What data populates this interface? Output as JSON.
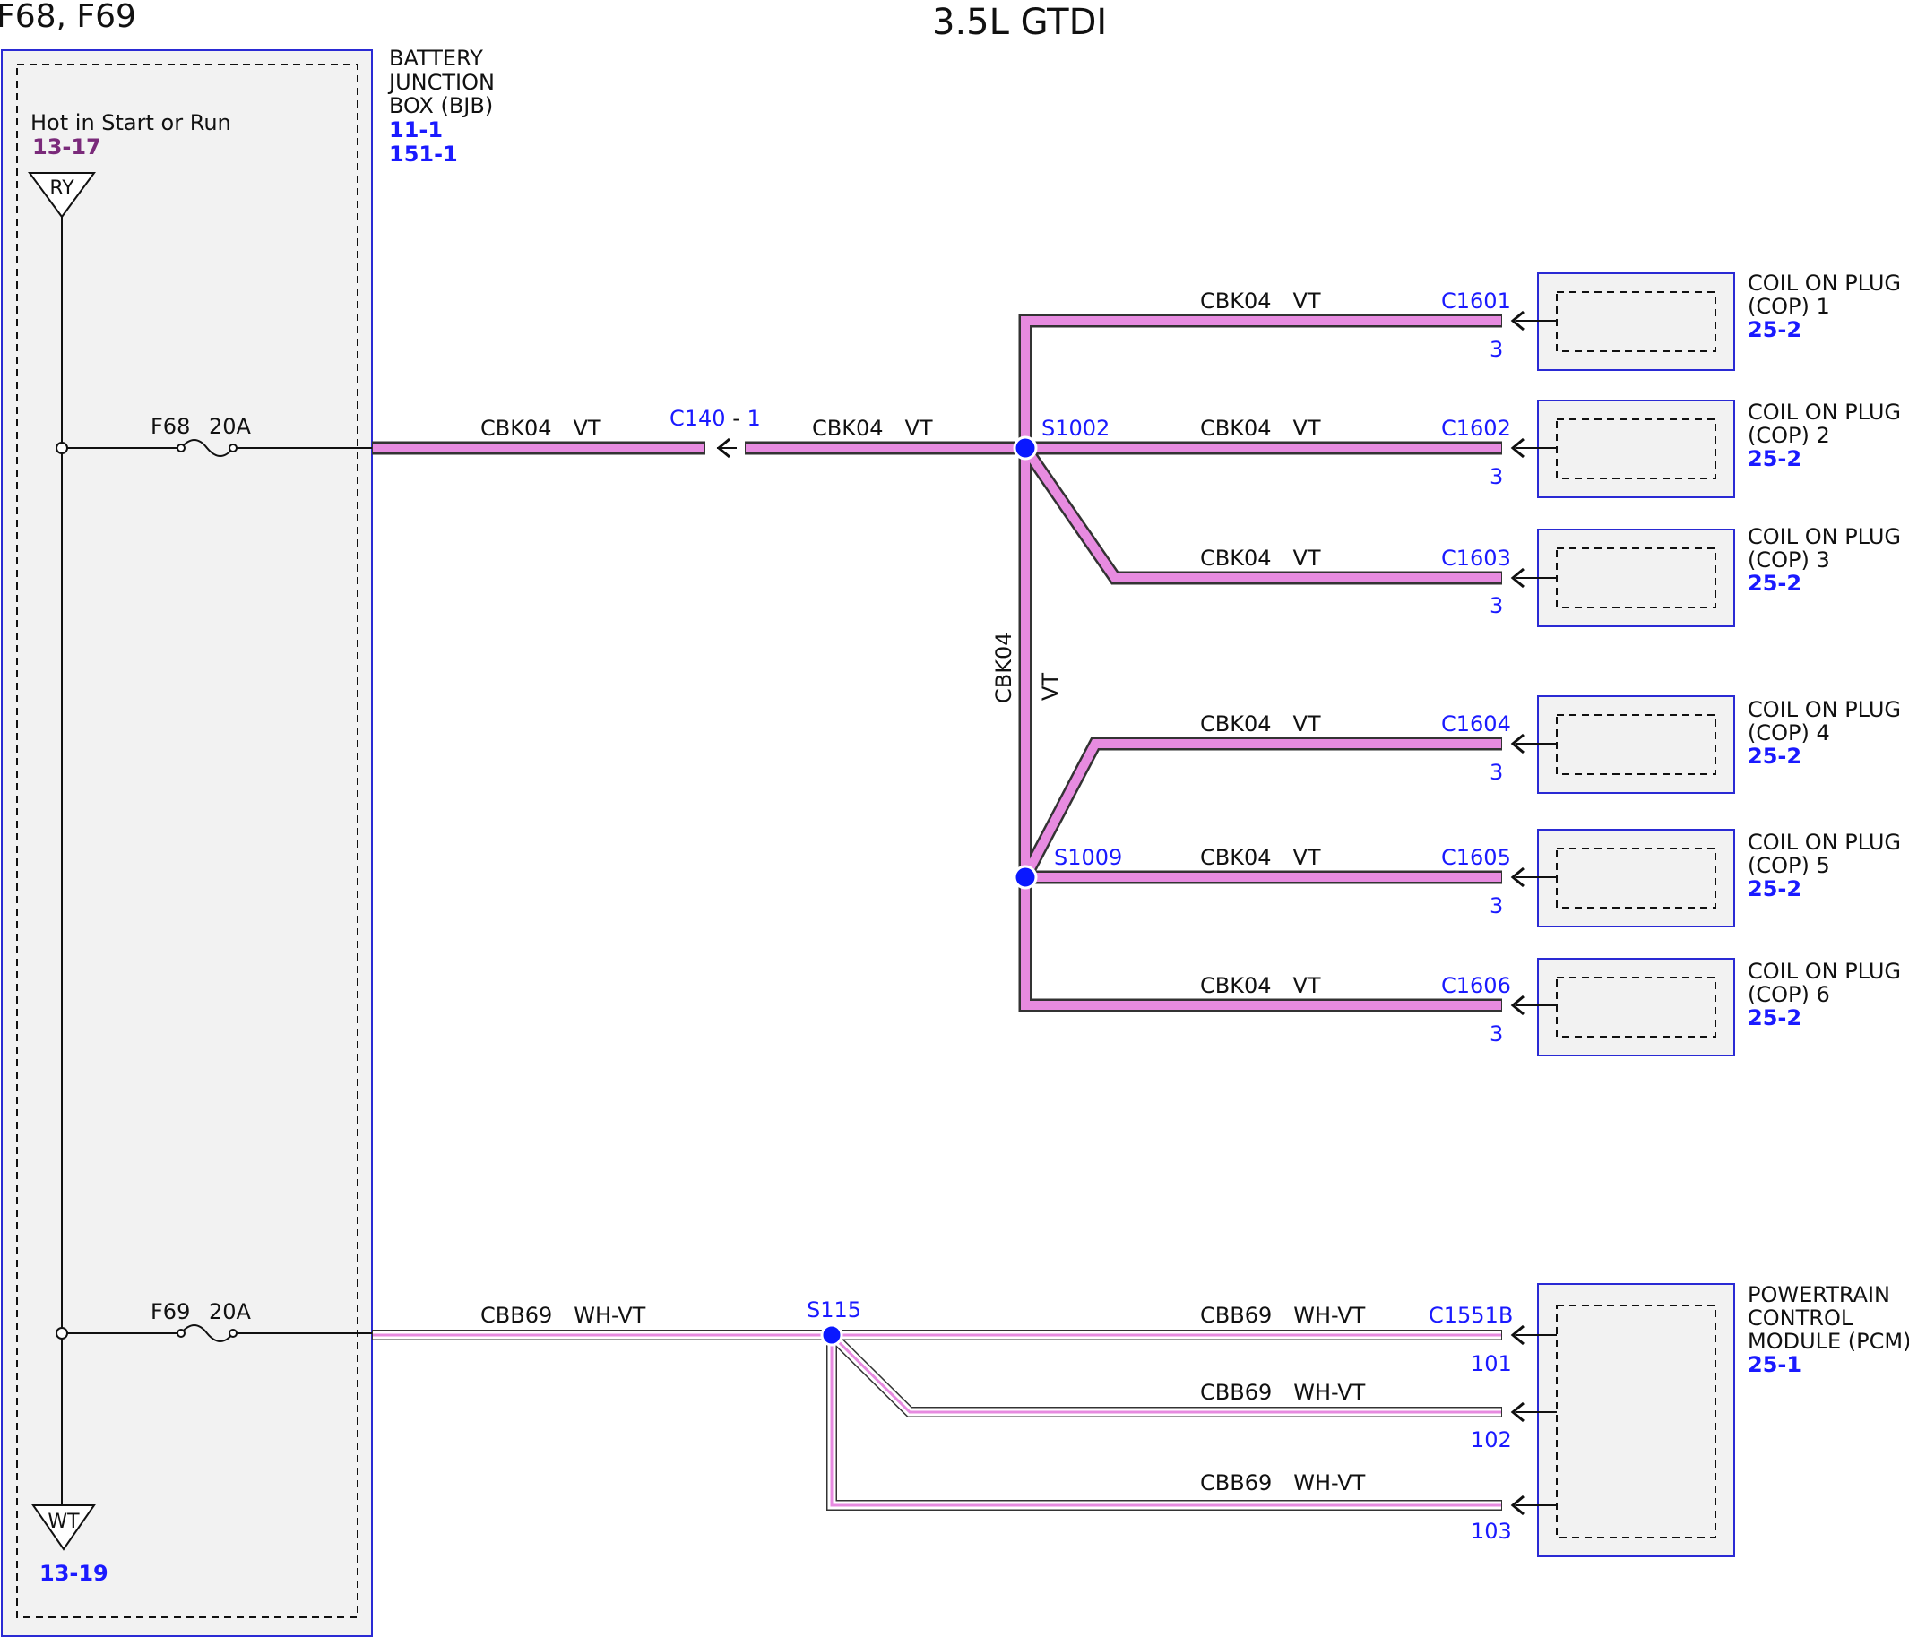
{
  "page": {
    "title": "3.5L GTDI",
    "fuse_title": "F68, F69"
  },
  "bjb": {
    "name_line1": "BATTERY",
    "name_line2": "JUNCTION",
    "name_line3": "BOX (BJB)",
    "ref1": "11-1",
    "ref2": "151-1",
    "hot_label": "Hot in Start or Run",
    "hot_ref": "13-17",
    "top_symbol": "RY",
    "bottom_symbol": "WT",
    "bottom_ref": "13-19"
  },
  "fuses": [
    {
      "name": "F68",
      "rating": "20A"
    },
    {
      "name": "F69",
      "rating": "20A"
    }
  ],
  "wires": {
    "main_circuit": "CBK04",
    "main_color": "VT",
    "pcm_circuit": "CBB69",
    "pcm_color": "WH-VT"
  },
  "inline_connector": {
    "name": "C140",
    "sep": "-",
    "pin": "1"
  },
  "splices": {
    "s1002": "S1002",
    "s1009": "S1009",
    "s115": "S115"
  },
  "cop_component_name": {
    "line1": "COIL ON PLUG",
    "line2_prefix": "(COP)"
  },
  "cops": [
    {
      "connector": "C1601",
      "pin": "3",
      "number": "1",
      "ref": "25-2"
    },
    {
      "connector": "C1602",
      "pin": "3",
      "number": "2",
      "ref": "25-2"
    },
    {
      "connector": "C1603",
      "pin": "3",
      "number": "3",
      "ref": "25-2"
    },
    {
      "connector": "C1604",
      "pin": "3",
      "number": "4",
      "ref": "25-2"
    },
    {
      "connector": "C1605",
      "pin": "3",
      "number": "5",
      "ref": "25-2"
    },
    {
      "connector": "C1606",
      "pin": "3",
      "number": "6",
      "ref": "25-2"
    }
  ],
  "pcm": {
    "line1": "POWERTRAIN",
    "line2": "CONTROL",
    "line3": "MODULE (PCM)",
    "ref": "25-1",
    "connector": "C1551B",
    "pins": [
      "101",
      "102",
      "103"
    ]
  },
  "colors": {
    "wire_violet": "#e78be0",
    "wire_white": "#ffffff",
    "outline_blue": "#2a2ad4",
    "splice_blue": "#0a18ff",
    "box_fill": "#f2f2f2"
  }
}
